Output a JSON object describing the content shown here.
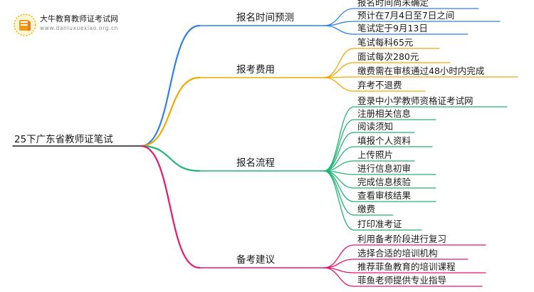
{
  "brand": {
    "title": "大牛教育教师证考试网",
    "url": "www.daniuxuexiao.org.cn"
  },
  "mindmap": {
    "root": "25下广东省教师证笔试",
    "branches": [
      {
        "label": "报名时间预测",
        "color": "#2f80ed",
        "children": [
          "报名时间尚未确定",
          "预计在7月4日至7日之间",
          "笔试定于9月13日"
        ]
      },
      {
        "label": "报考费用",
        "color": "#f2a900",
        "children": [
          "笔试每科65元",
          "面试每次280元",
          "缴费需在审核通过48小时内完成",
          "弃考不退费"
        ]
      },
      {
        "label": "报名流程",
        "color": "#22b573",
        "children": [
          "登录中小学教师资格证考试网",
          "注册相关信息",
          "阅读须知",
          "填报个人资料",
          "上传照片",
          "进行信息初审",
          "完成信息核验",
          "查看审核结果",
          "缴费",
          "打印准考证"
        ]
      },
      {
        "label": "备考建议",
        "color": "#e5186d",
        "children": [
          "利用备考阶段进行复习",
          "选择合适的培训机构",
          "推荐菲鱼教育的培训课程",
          "菲鱼老师提供专业指导"
        ]
      }
    ]
  }
}
